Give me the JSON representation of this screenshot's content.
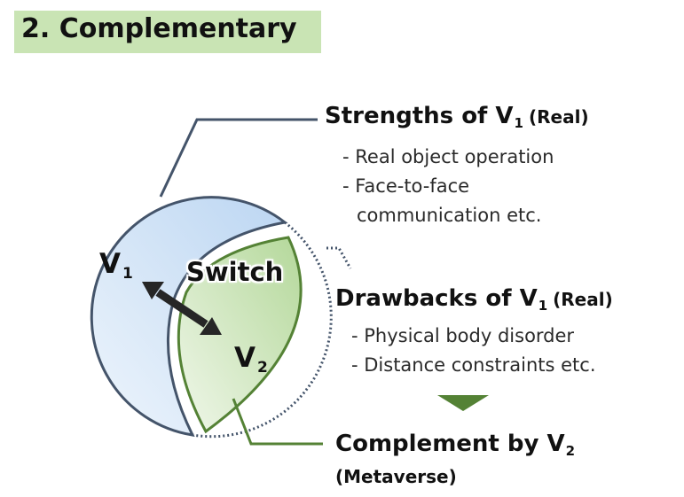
{
  "title": "2. Complementary",
  "diagram": {
    "v1_label": "V",
    "v1_sub": "1",
    "v2_label": "V",
    "v2_sub": "2",
    "switch_label": "Switch",
    "arrow_icon": "double-arrow-icon"
  },
  "strengths": {
    "heading": "Strengths of V",
    "sub": "1",
    "qualifier": "(Real)",
    "items": [
      "- Real object operation",
      "- Face-to-face",
      "communication etc."
    ]
  },
  "drawbacks": {
    "heading": "Drawbacks of V",
    "sub": "1",
    "qualifier": "(Real)",
    "items": [
      "- Physical body disorder",
      "- Distance constraints etc."
    ]
  },
  "complement": {
    "heading": "Complement by V",
    "sub": "2",
    "note": "(Metaverse)"
  },
  "colors": {
    "title_bg": "#c9e4b4",
    "v1_fill": "#cfe2f7",
    "v1_stroke": "#44546a",
    "v2_fill": "#cfe6bd",
    "v2_stroke": "#548235",
    "arrow": "#262626",
    "down_triangle": "#548235"
  }
}
